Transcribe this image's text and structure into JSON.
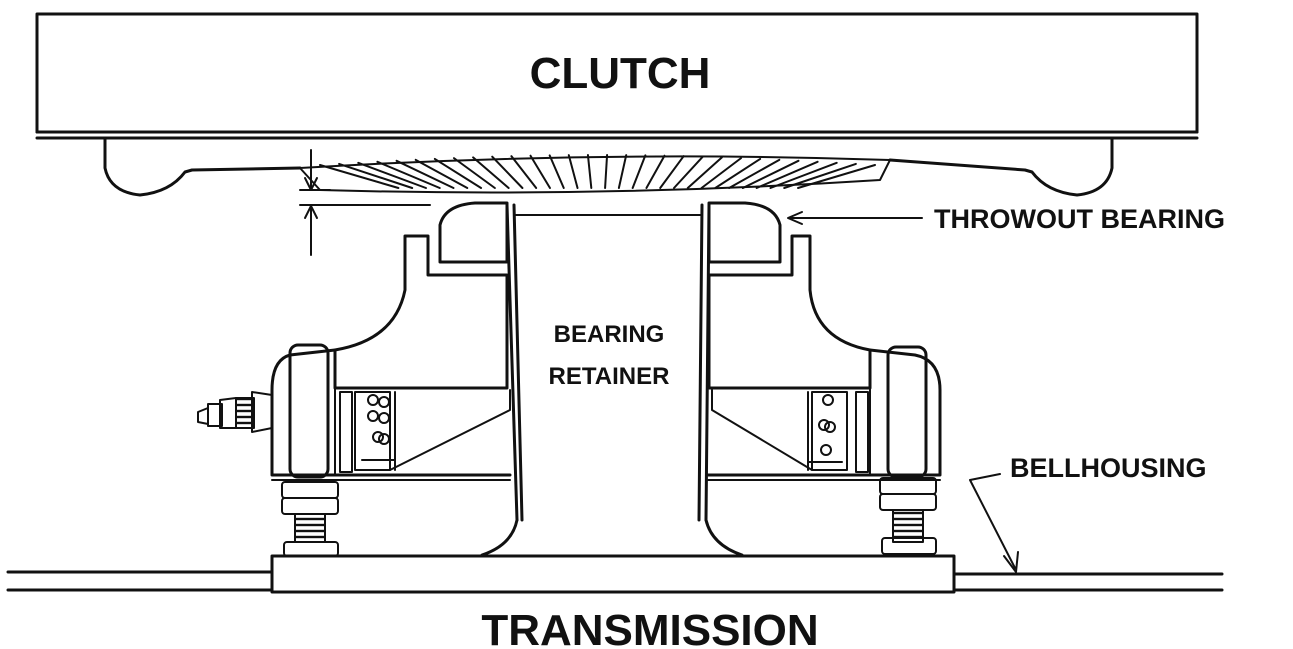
{
  "labels": {
    "clutch": "CLUTCH",
    "throwout_bearing": "THROWOUT BEARING",
    "bearing_retainer_line1": "BEARING",
    "bearing_retainer_line2": "RETAINER",
    "bellhousing": "BELLHOUSING",
    "transmission": "TRANSMISSION"
  },
  "colors": {
    "ink": "#111111",
    "background": "#ffffff"
  },
  "icons": [
    "dimension-arrow-icon",
    "grease-fitting-icon",
    "adjusting-bolt-icon",
    "spring-icon"
  ]
}
